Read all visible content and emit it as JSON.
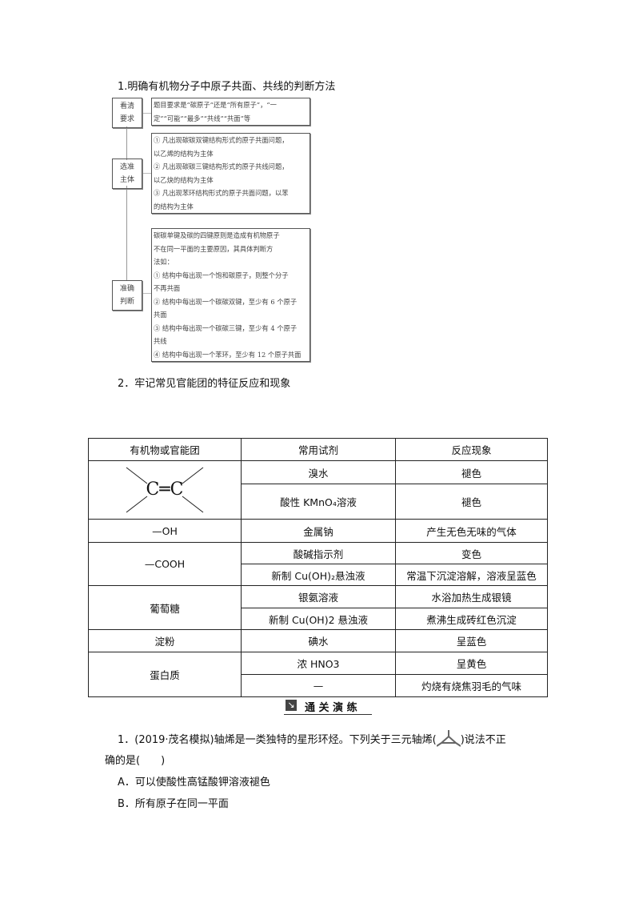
{
  "section1": {
    "title": "1.明确有机物分子中原子共面、共线的判断方法",
    "steps": [
      {
        "label": [
          "看清",
          "要求"
        ],
        "content": [
          "题目要求是“碳原子”还是“所有原子”，“一",
          "定”“可能”“最多”“共线”“共面”等"
        ]
      },
      {
        "label": [
          "选准",
          "主体"
        ],
        "content": [
          "① 凡出现碳碳双键结构形式的原子共面问题，",
          "以乙烯的结构为主体",
          "② 凡出现碳碳三键结构形式的原子共线问题，",
          "以乙炔的结构为主体",
          "③ 凡出现苯环结构形式的原子共面问题，以苯",
          "的结构为主体"
        ]
      },
      {
        "label": [
          "准确",
          "判断"
        ],
        "content": [
          "碳碳单键及碳的四键原则是造成有机物原子",
          "不在同一平面的主要原因，其具体判断方",
          "法如：",
          "① 结构中每出现一个饱和碳原子，则整个分子",
          "不再共面",
          "② 结构中每出现一个碳碳双键，至少有 6 个原子",
          "共面",
          "③ 结构中每出现一个碳碳三键，至少有 4 个原子",
          "共线",
          "④ 结构中每出现一个苯环，至少有 12 个原子共面"
        ]
      }
    ]
  },
  "section2": {
    "title": "2．牢记常见官能团的特征反应和现象"
  },
  "table": {
    "headers": [
      "有机物或官能团",
      "常用试剂",
      "反应现象"
    ],
    "alkene": "C═C",
    "rows": [
      [
        "溴水",
        "褪色"
      ],
      [
        "酸性 KMnO₄溶液",
        "褪色"
      ],
      [
        "—OH",
        "金属钠",
        "产生无色无味的气体"
      ],
      [
        "—COOH",
        "酸碱指示剂",
        "变色"
      ],
      [
        "新制 Cu(OH)₂悬浊液",
        "常温下沉淀溶解，溶液呈蓝色"
      ],
      [
        "葡萄糖",
        "银氨溶液",
        "水浴加热生成银镜"
      ],
      [
        "新制 Cu(OH)2 悬浊液",
        "煮沸生成砖红色沉淀"
      ],
      [
        "淀粉",
        "碘水",
        "呈蓝色"
      ],
      [
        "蛋白质",
        "浓 HNO3",
        "呈黄色"
      ],
      [
        "—",
        "灼烧有烧焦羽毛的气味"
      ]
    ]
  },
  "practice": {
    "banner": "通 关 演 练",
    "q1": {
      "line1a": "1．(2019·茂名模拟)轴烯是一类独特的星形环烃。下列关于三元轴烯(",
      "line1b": ")说法不正",
      "line2": "确的是(　　)",
      "A": "A．可以使酸性高锰酸钾溶液褪色",
      "B": "B．所有原子在同一平面"
    }
  }
}
